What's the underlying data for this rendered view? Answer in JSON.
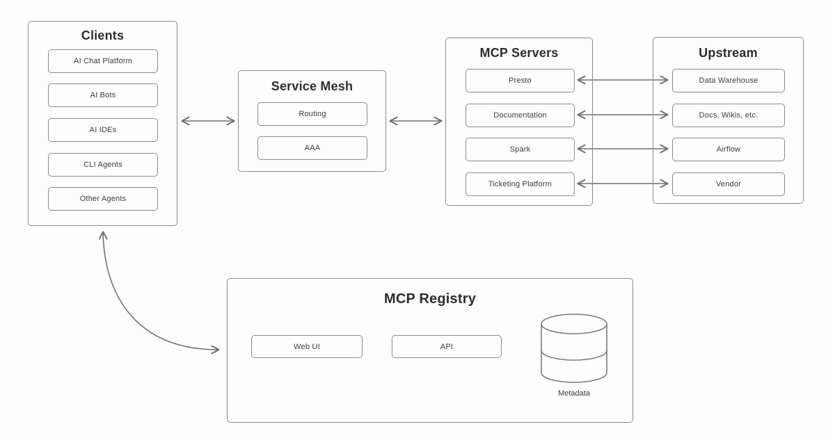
{
  "diagram": {
    "clients": {
      "title": "Clients",
      "items": [
        "AI Chat Platform",
        "AI Bots",
        "AI IDEs",
        "CLI Agents",
        "Other Agents"
      ]
    },
    "service_mesh": {
      "title": "Service Mesh",
      "items": [
        "Routing",
        "AAA"
      ]
    },
    "mcp_servers": {
      "title": "MCP Servers",
      "items": [
        "Presto",
        "Documentation",
        "Spark",
        "Ticketing Platform"
      ]
    },
    "upstream": {
      "title": "Upstream",
      "items": [
        "Data Warehouse",
        "Docs, Wikis, etc.",
        "Airflow",
        "Vendor"
      ]
    },
    "mcp_registry": {
      "title": "MCP Registry",
      "items": [
        "Web UI",
        "API"
      ],
      "datastore_label": "Metadata"
    }
  },
  "connections": [
    {
      "from": "Clients",
      "to": "Service Mesh",
      "bidirectional": true,
      "style": "straight"
    },
    {
      "from": "Service Mesh",
      "to": "MCP Servers",
      "bidirectional": true,
      "style": "straight"
    },
    {
      "from": "Presto",
      "to": "Data Warehouse",
      "bidirectional": true,
      "style": "straight"
    },
    {
      "from": "Documentation",
      "to": "Docs, Wikis, etc.",
      "bidirectional": true,
      "style": "straight"
    },
    {
      "from": "Spark",
      "to": "Airflow",
      "bidirectional": true,
      "style": "straight"
    },
    {
      "from": "Ticketing Platform",
      "to": "Vendor",
      "bidirectional": true,
      "style": "straight"
    },
    {
      "from": "Clients",
      "to": "MCP Registry",
      "bidirectional": true,
      "style": "curved"
    }
  ],
  "colors": {
    "background": "#fdfdfd",
    "box_border": "#8a8a8a",
    "arrow": "#6f6f6f",
    "item_text": "#3a3a3a",
    "title_text": "#2d2d2d"
  }
}
